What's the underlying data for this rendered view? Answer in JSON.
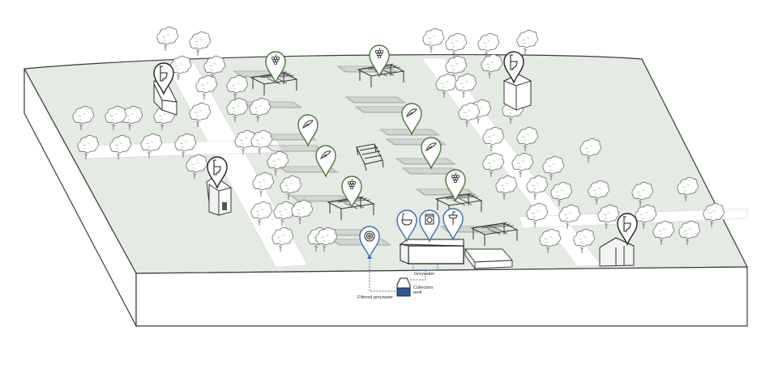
{
  "labels": {
    "greywater": "Greywater",
    "collection_tank_line1": "Collection",
    "collection_tank_line2": "tank",
    "filtered_greywater": "Filtered greywater"
  },
  "colors": {
    "ground": "#e4ebe3",
    "block_side": "#ffffff",
    "outline": "#3a3a3a",
    "path": "#ffffff",
    "tree": "#ffffff",
    "crop_pin": "#4a7a3a",
    "toilet_pin": "#222222",
    "water_pin": "#3b6fb6",
    "pipe": "#3b6fb6",
    "tank_water": "#2c5aa0"
  },
  "icons": {
    "crop_pin": "grapes-icon",
    "crop_pin_alt": "pea-pod-icon",
    "toilet_pin": "toilet-icon",
    "water_pins": [
      "bathtub-icon",
      "washing-machine-icon",
      "sink-icon",
      "hose-reel-icon"
    ]
  }
}
